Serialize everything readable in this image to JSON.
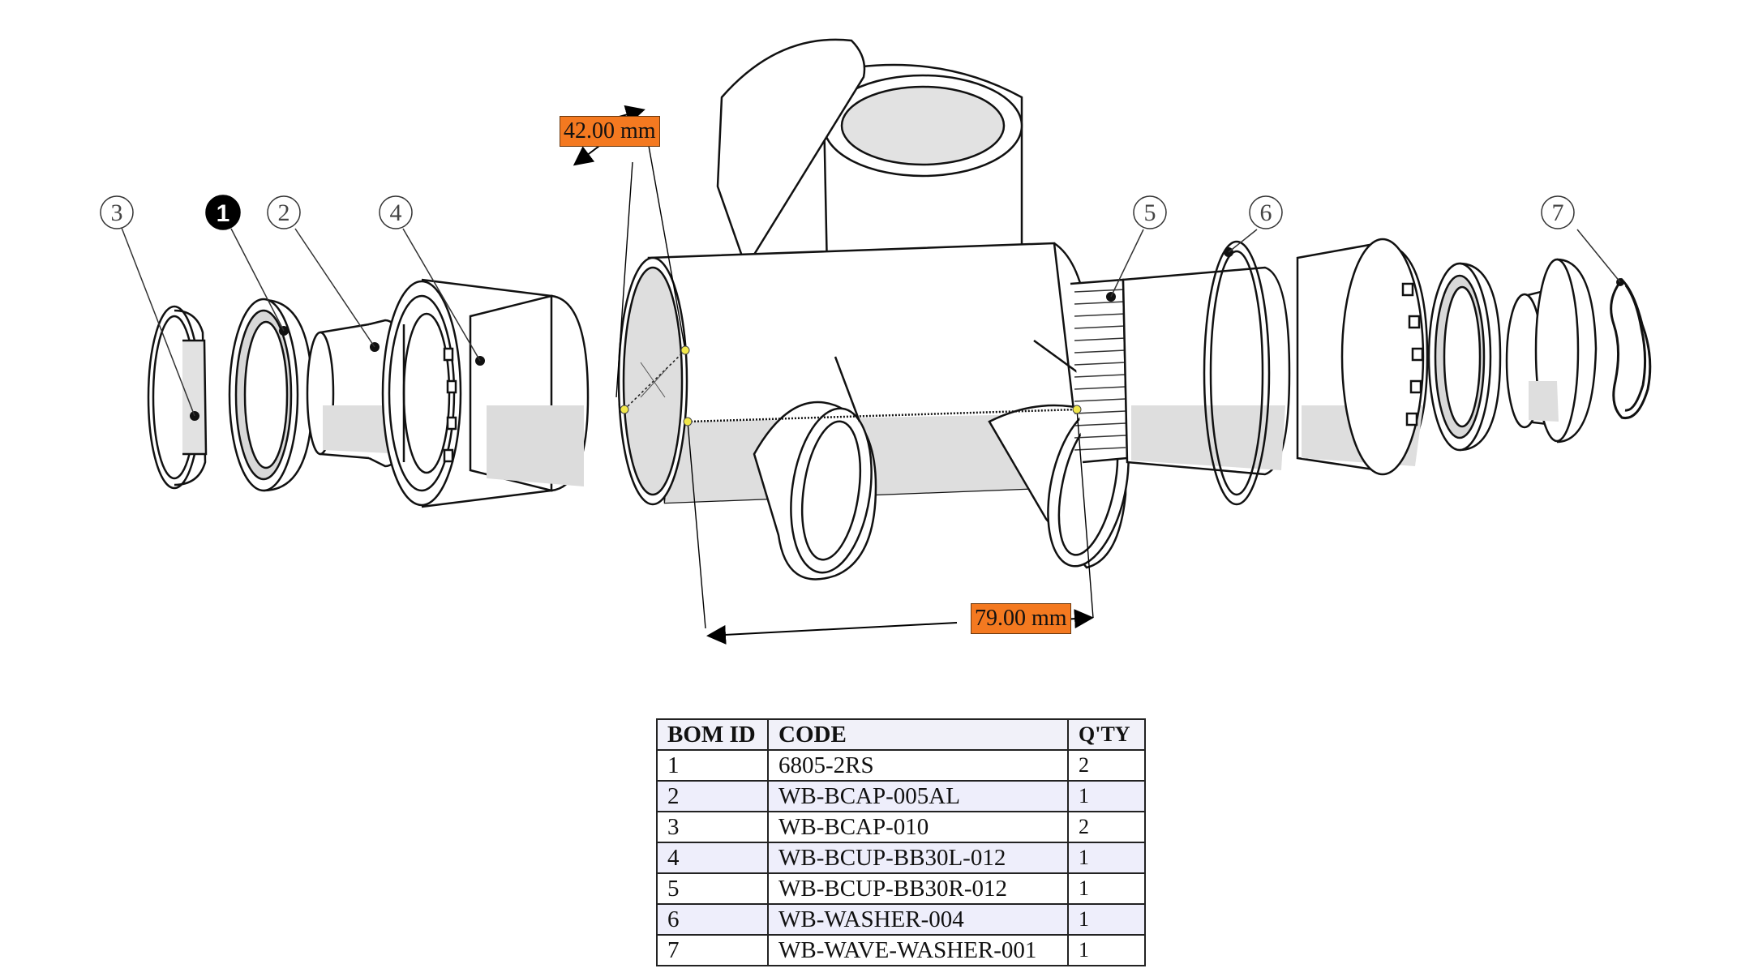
{
  "dimensions": {
    "diameter_label": "42.00 mm",
    "length_label": "79.00 mm"
  },
  "balloons": [
    {
      "id": "3",
      "active": false
    },
    {
      "id": "1",
      "active": true
    },
    {
      "id": "2",
      "active": false
    },
    {
      "id": "4",
      "active": false
    },
    {
      "id": "5",
      "active": false
    },
    {
      "id": "6",
      "active": false
    },
    {
      "id": "7",
      "active": false
    }
  ],
  "bom": {
    "headers": [
      "BOM ID",
      "CODE",
      "Q'TY"
    ],
    "rows": [
      {
        "id": "1",
        "code": "6805-2RS",
        "qty": "2"
      },
      {
        "id": "2",
        "code": "WB-BCAP-005AL",
        "qty": "1"
      },
      {
        "id": "3",
        "code": "WB-BCAP-010",
        "qty": "2"
      },
      {
        "id": "4",
        "code": "WB-BCUP-BB30L-012",
        "qty": "1"
      },
      {
        "id": "5",
        "code": "WB-BCUP-BB30R-012",
        "qty": "1"
      },
      {
        "id": "6",
        "code": "WB-WASHER-004",
        "qty": "1"
      },
      {
        "id": "7",
        "code": "WB-WAVE-WASHER-001",
        "qty": "1"
      }
    ]
  },
  "colors": {
    "dimension_tag": "#f47920",
    "active_balloon": "#000000",
    "shade_fill": "#dcdcdc",
    "table_row_highlight": "#eeeefb"
  }
}
